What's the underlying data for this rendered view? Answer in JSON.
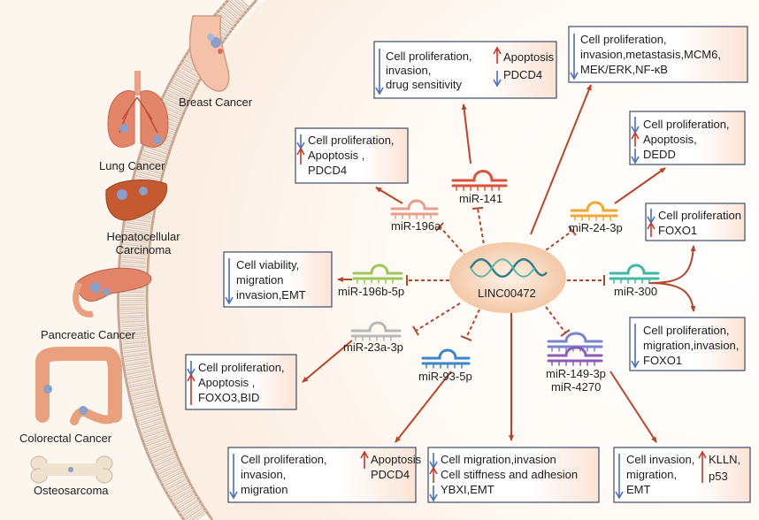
{
  "center": {
    "label": "LINC00472"
  },
  "organs": [
    {
      "id": "breast",
      "label": "Breast Cancer"
    },
    {
      "id": "lung",
      "label": "Lung Cancer"
    },
    {
      "id": "liver",
      "label_line1": "Hepatocellular",
      "label_line2": "Carcinoma"
    },
    {
      "id": "pancreas",
      "label": "Pancreatic Cancer"
    },
    {
      "id": "colon",
      "label": "Colorectal Cancer"
    },
    {
      "id": "bone",
      "label": "Osteosarcoma"
    }
  ],
  "mirnas": {
    "m141": "miR-141",
    "m196a": "miR-196a",
    "m24": "miR-24-3p",
    "m196b": "miR-196b-5p",
    "m300": "miR-300",
    "m23a": "miR-23a-3p",
    "m93": "miR-93-5p",
    "m149": "miR-149-3p",
    "m4270": "miR-4270"
  },
  "boxes": {
    "b141": {
      "l1": "Cell proliferation,",
      "l2": "invasion,",
      "l3": "drug sensitivity",
      "r1": "Apoptosis",
      "r2": "PDCD4"
    },
    "btop": {
      "l1": "Cell proliferation,",
      "l2": "invasion,metastasis,MCM6,",
      "l3": "MEK/ERK,NF-κB"
    },
    "b196a": {
      "l1": "Cell proliferation,",
      "l2": "Apoptosis ,",
      "l3": "PDCD4"
    },
    "b24": {
      "l1": "Cell proliferation,",
      "l2": "Apoptosis,",
      "l3": "DEDD"
    },
    "b300a": {
      "l1": "Cell proliferation",
      "l2": "FOXO1"
    },
    "b196b": {
      "l1": "Cell viability,",
      "l2": "migration",
      "l3": "invasion,EMT"
    },
    "b300b": {
      "l1": "Cell proliferation,",
      "l2": "migration,invasion,",
      "l3": "FOXO1"
    },
    "b23a": {
      "l1": "Cell proliferation,",
      "l2": "Apoptosis ,",
      "l3": "FOXO3,BID"
    },
    "b93": {
      "l1": "Cell proliferation,",
      "l2": "invasion,",
      "l3": "migration",
      "r1": "Apoptosis",
      "r2": "PDCD4"
    },
    "bmid": {
      "l1": "Cell migration,invasion",
      "l2": "Cell stiffness and adhesion",
      "l3": "YBXI,EMT"
    },
    "b149": {
      "l1": "Cell invasion,",
      "l2": "migration,",
      "l3": "EMT",
      "r1": "KLLN,",
      "r2": "p53"
    }
  },
  "colors": {
    "background": "#fdf6ef",
    "membrane": "#c9ac9a",
    "arrow": "#b5462a",
    "up_arrow": "#c0392b",
    "down_arrow": "#4a6fb3",
    "box_border": "#3d4b66",
    "center_ellipse": "#f3c8a8"
  }
}
